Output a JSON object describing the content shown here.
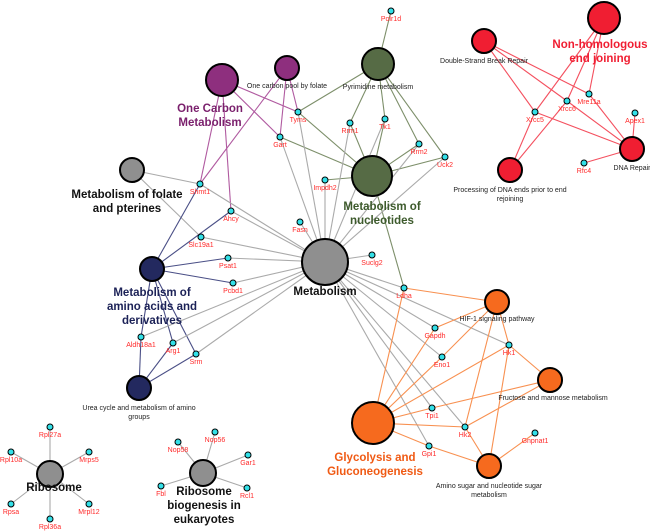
{
  "colors": {
    "metabolism": "#8f8f8f",
    "one_carbon": "#8e2f7e",
    "nucleotides": "#566b45",
    "amino_acids": "#23295f",
    "dna_repair": "#f01e32",
    "glycolysis": "#f66a1e",
    "gene_node": "#33e0e8",
    "gene_text": "#ff2a2a",
    "edge_gray": "#aaaaaa"
  },
  "groups": [
    {
      "id": "metabolism",
      "label": [
        "Metabolism"
      ],
      "color": "#111111"
    },
    {
      "id": "one_carbon",
      "label": [
        "One Carbon",
        "Metabolism"
      ],
      "color": "#7a1f6c"
    },
    {
      "id": "folate",
      "label": [
        "Metabolism of folate",
        "and pterines"
      ],
      "color": "#111111"
    },
    {
      "id": "nucleotides",
      "label": [
        "Metabolism of",
        "nucleotides"
      ],
      "color": "#3d5a2c"
    },
    {
      "id": "amino",
      "label": [
        "Metabolism of",
        "amino acids and",
        "derivatives"
      ],
      "color": "#1c2257"
    },
    {
      "id": "nhej",
      "label": [
        "Non-homologous",
        "end joining"
      ],
      "color": "#f01e32"
    },
    {
      "id": "glyco",
      "label": [
        "Glycolysis and",
        "Gluconeogenesis"
      ],
      "color": "#f05a14"
    },
    {
      "id": "ribosome",
      "label": [
        "Ribosome"
      ],
      "color": "#111111"
    },
    {
      "id": "ribo_bio",
      "label": [
        "Ribosome",
        "biogenesis in",
        "eukaryotes"
      ],
      "color": "#111111"
    }
  ],
  "terms": [
    {
      "id": "Metabolism",
      "color": "metabolism",
      "size": "xl"
    },
    {
      "id": "One Carbon Metabolism",
      "color": "one_carbon",
      "size": "l"
    },
    {
      "id": "One carbon pool by folate",
      "color": "one_carbon",
      "size": "s"
    },
    {
      "id": "Metabolism of folate and pterines",
      "color": "metabolism",
      "size": "m"
    },
    {
      "id": "Pyrimidine metabolism",
      "color": "nucleotides",
      "size": "m"
    },
    {
      "id": "Metabolism of nucleotides",
      "color": "nucleotides",
      "size": "l"
    },
    {
      "id": "Metabolism of amino acids and derivatives",
      "color": "amino_acids",
      "size": "s"
    },
    {
      "id": "Urea cycle and metabolism of amino groups",
      "color": "amino_acids",
      "size": "s"
    },
    {
      "id": "Double-Strand Break Repair",
      "color": "dna_repair",
      "size": "m"
    },
    {
      "id": "Non-homologous end joining",
      "color": "dna_repair",
      "size": "l"
    },
    {
      "id": "Processing of DNA ends prior to end rejoining",
      "color": "dna_repair",
      "size": "m"
    },
    {
      "id": "DNA Repair",
      "color": "dna_repair",
      "size": "m"
    },
    {
      "id": "HIF-1 signaling pathway",
      "color": "glycolysis",
      "size": "m"
    },
    {
      "id": "Fructose and mannose metabolism",
      "color": "glycolysis",
      "size": "m"
    },
    {
      "id": "Glycolysis and Gluconeogenesis",
      "color": "glycolysis",
      "size": "xl"
    },
    {
      "id": "Amino sugar and nucleotide sugar metabolism",
      "color": "glycolysis",
      "size": "m"
    },
    {
      "id": "Ribosome",
      "color": "metabolism",
      "size": "m"
    },
    {
      "id": "Ribosome biogenesis in eukaryotes",
      "color": "metabolism",
      "size": "m"
    }
  ],
  "term_labels": {
    "One carbon pool by folate": [
      "One carbon pool by folate"
    ],
    "Pyrimidine metabolism": [
      "Pyrimidine metabolism"
    ],
    "Urea cycle and metabolism of amino groups": [
      "Urea cycle and metabolism of amino",
      "groups"
    ],
    "Double-Strand Break Repair": [
      "Double-Strand Break Repair"
    ],
    "Processing of DNA ends prior to end rejoining": [
      "Processing of DNA ends prior to end",
      "rejoining"
    ],
    "DNA Repair": [
      "DNA Repair"
    ],
    "HIF-1 signaling pathway": [
      "HIF-1 signaling pathway"
    ],
    "Fructose and mannose metabolism": [
      "Fructose and mannose metabolism"
    ],
    "Amino sugar and nucleotide sugar metabolism": [
      "Amino sugar and nucleotide sugar",
      "metabolism"
    ]
  },
  "genes": [
    "Polr1d",
    "Tyms",
    "Gart",
    "Rrm1",
    "Tk1",
    "Rrm2",
    "Uck2",
    "Impdh2",
    "Shmt1",
    "Ahcy",
    "Slc19a1",
    "Fasn",
    "Suclg2",
    "Psat1",
    "Pcbd1",
    "Aldh18a1",
    "Arg1",
    "Srm",
    "Ldha",
    "Gapdh",
    "Eno1",
    "Hk1",
    "Tpi1",
    "Hk2",
    "Gpi1",
    "Gnpnat1",
    "Xrcc5",
    "Xrcc6",
    "Mre11a",
    "Apex1",
    "Rfc4",
    "Rpl27a",
    "Rpl10a",
    "Mrps5",
    "Rpsa",
    "Mrpl12",
    "Rpl36a",
    "Nop58",
    "Nop56",
    "Gar1",
    "Fbl",
    "Rcl1"
  ],
  "edges": [
    [
      "Pyrimidine metabolism",
      "Polr1d",
      "nucleotides"
    ],
    [
      "Pyrimidine metabolism",
      "Tyms",
      "nucleotides"
    ],
    [
      "Pyrimidine metabolism",
      "Rrm1",
      "nucleotides"
    ],
    [
      "Pyrimidine metabolism",
      "Tk1",
      "nucleotides"
    ],
    [
      "Pyrimidine metabolism",
      "Rrm2",
      "nucleotides"
    ],
    [
      "Pyrimidine metabolism",
      "Uck2",
      "nucleotides"
    ],
    [
      "Metabolism of nucleotides",
      "Rrm1",
      "nucleotides"
    ],
    [
      "Metabolism of nucleotides",
      "Tk1",
      "nucleotides"
    ],
    [
      "Metabolism of nucleotides",
      "Rrm2",
      "nucleotides"
    ],
    [
      "Metabolism of nucleotides",
      "Uck2",
      "nucleotides"
    ],
    [
      "Metabolism of nucleotides",
      "Impdh2",
      "nucleotides"
    ],
    [
      "Metabolism of nucleotides",
      "Gart",
      "nucleotides"
    ],
    [
      "Metabolism of nucleotides",
      "Tyms",
      "nucleotides"
    ],
    [
      "Metabolism of nucleotides",
      "Ldha",
      "nucleotides"
    ],
    [
      "One Carbon Metabolism",
      "Tyms",
      "one_carbon"
    ],
    [
      "One Carbon Metabolism",
      "Gart",
      "one_carbon"
    ],
    [
      "One Carbon Metabolism",
      "Shmt1",
      "one_carbon"
    ],
    [
      "One Carbon Metabolism",
      "Ahcy",
      "one_carbon"
    ],
    [
      "One carbon pool by folate",
      "Tyms",
      "one_carbon"
    ],
    [
      "One carbon pool by folate",
      "Gart",
      "one_carbon"
    ],
    [
      "One carbon pool by folate",
      "Shmt1",
      "one_carbon"
    ],
    [
      "Metabolism of folate and pterines",
      "Shmt1",
      "metabolism"
    ],
    [
      "Metabolism of folate and pterines",
      "Slc19a1",
      "metabolism"
    ],
    [
      "Metabolism of amino acids and derivatives",
      "Shmt1",
      "amino_acids"
    ],
    [
      "Metabolism of amino acids and derivatives",
      "Ahcy",
      "amino_acids"
    ],
    [
      "Metabolism of amino acids and derivatives",
      "Psat1",
      "amino_acids"
    ],
    [
      "Metabolism of amino acids and derivatives",
      "Pcbd1",
      "amino_acids"
    ],
    [
      "Metabolism of amino acids and derivatives",
      "Aldh18a1",
      "amino_acids"
    ],
    [
      "Metabolism of amino acids and derivatives",
      "Arg1",
      "amino_acids"
    ],
    [
      "Metabolism of amino acids and derivatives",
      "Srm",
      "amino_acids"
    ],
    [
      "Urea cycle and metabolism of amino groups",
      "Aldh18a1",
      "amino_acids"
    ],
    [
      "Urea cycle and metabolism of amino groups",
      "Arg1",
      "amino_acids"
    ],
    [
      "Urea cycle and metabolism of amino groups",
      "Srm",
      "amino_acids"
    ],
    [
      "Metabolism",
      "Shmt1",
      "metabolism"
    ],
    [
      "Metabolism",
      "Ahcy",
      "metabolism"
    ],
    [
      "Metabolism",
      "Slc19a1",
      "metabolism"
    ],
    [
      "Metabolism",
      "Gart",
      "metabolism"
    ],
    [
      "Metabolism",
      "Tyms",
      "metabolism"
    ],
    [
      "Metabolism",
      "Rrm1",
      "metabolism"
    ],
    [
      "Metabolism",
      "Tk1",
      "metabolism"
    ],
    [
      "Metabolism",
      "Rrm2",
      "metabolism"
    ],
    [
      "Metabolism",
      "Uck2",
      "metabolism"
    ],
    [
      "Metabolism",
      "Impdh2",
      "metabolism"
    ],
    [
      "Metabolism",
      "Fasn",
      "metabolism"
    ],
    [
      "Metabolism",
      "Suclg2",
      "metabolism"
    ],
    [
      "Metabolism",
      "Psat1",
      "metabolism"
    ],
    [
      "Metabolism",
      "Pcbd1",
      "metabolism"
    ],
    [
      "Metabolism",
      "Aldh18a1",
      "metabolism"
    ],
    [
      "Metabolism",
      "Arg1",
      "metabolism"
    ],
    [
      "Metabolism",
      "Srm",
      "metabolism"
    ],
    [
      "Metabolism",
      "Ldha",
      "metabolism"
    ],
    [
      "Metabolism",
      "Gapdh",
      "metabolism"
    ],
    [
      "Metabolism",
      "Eno1",
      "metabolism"
    ],
    [
      "Metabolism",
      "Hk1",
      "metabolism"
    ],
    [
      "Metabolism",
      "Tpi1",
      "metabolism"
    ],
    [
      "Metabolism",
      "Hk2",
      "metabolism"
    ],
    [
      "Metabolism",
      "Gpi1",
      "metabolism"
    ],
    [
      "HIF-1 signaling pathway",
      "Ldha",
      "glycolysis"
    ],
    [
      "HIF-1 signaling pathway",
      "Gapdh",
      "glycolysis"
    ],
    [
      "HIF-1 signaling pathway",
      "Eno1",
      "glycolysis"
    ],
    [
      "HIF-1 signaling pathway",
      "Hk1",
      "glycolysis"
    ],
    [
      "HIF-1 signaling pathway",
      "Hk2",
      "glycolysis"
    ],
    [
      "Glycolysis and Gluconeogenesis",
      "Ldha",
      "glycolysis"
    ],
    [
      "Glycolysis and Gluconeogenesis",
      "Gapdh",
      "glycolysis"
    ],
    [
      "Glycolysis and Gluconeogenesis",
      "Eno1",
      "glycolysis"
    ],
    [
      "Glycolysis and Gluconeogenesis",
      "Hk1",
      "glycolysis"
    ],
    [
      "Glycolysis and Gluconeogenesis",
      "Tpi1",
      "glycolysis"
    ],
    [
      "Glycolysis and Gluconeogenesis",
      "Hk2",
      "glycolysis"
    ],
    [
      "Glycolysis and Gluconeogenesis",
      "Gpi1",
      "glycolysis"
    ],
    [
      "Fructose and mannose metabolism",
      "Hk1",
      "glycolysis"
    ],
    [
      "Fructose and mannose metabolism",
      "Tpi1",
      "glycolysis"
    ],
    [
      "Fructose and mannose metabolism",
      "Hk2",
      "glycolysis"
    ],
    [
      "Amino sugar and nucleotide sugar metabolism",
      "Hk1",
      "glycolysis"
    ],
    [
      "Amino sugar and nucleotide sugar metabolism",
      "Hk2",
      "glycolysis"
    ],
    [
      "Amino sugar and nucleotide sugar metabolism",
      "Gpi1",
      "glycolysis"
    ],
    [
      "Amino sugar and nucleotide sugar metabolism",
      "Gnpnat1",
      "glycolysis"
    ],
    [
      "Double-Strand Break Repair",
      "Xrcc5",
      "dna_repair"
    ],
    [
      "Double-Strand Break Repair",
      "Xrcc6",
      "dna_repair"
    ],
    [
      "Double-Strand Break Repair",
      "Mre11a",
      "dna_repair"
    ],
    [
      "Non-homologous end joining",
      "Xrcc5",
      "dna_repair"
    ],
    [
      "Non-homologous end joining",
      "Xrcc6",
      "dna_repair"
    ],
    [
      "Non-homologous end joining",
      "Mre11a",
      "dna_repair"
    ],
    [
      "Processing of DNA ends prior to end rejoining",
      "Xrcc5",
      "dna_repair"
    ],
    [
      "Processing of DNA ends prior to end rejoining",
      "Xrcc6",
      "dna_repair"
    ],
    [
      "DNA Repair",
      "Xrcc5",
      "dna_repair"
    ],
    [
      "DNA Repair",
      "Xrcc6",
      "dna_repair"
    ],
    [
      "DNA Repair",
      "Mre11a",
      "dna_repair"
    ],
    [
      "DNA Repair",
      "Apex1",
      "dna_repair"
    ],
    [
      "DNA Repair",
      "Rfc4",
      "dna_repair"
    ],
    [
      "Ribosome",
      "Rpl27a",
      "metabolism"
    ],
    [
      "Ribosome",
      "Rpl10a",
      "metabolism"
    ],
    [
      "Ribosome",
      "Mrps5",
      "metabolism"
    ],
    [
      "Ribosome",
      "Rpsa",
      "metabolism"
    ],
    [
      "Ribosome",
      "Mrpl12",
      "metabolism"
    ],
    [
      "Ribosome",
      "Rpl36a",
      "metabolism"
    ],
    [
      "Ribosome biogenesis in eukaryotes",
      "Nop58",
      "metabolism"
    ],
    [
      "Ribosome biogenesis in eukaryotes",
      "Nop56",
      "metabolism"
    ],
    [
      "Ribosome biogenesis in eukaryotes",
      "Gar1",
      "metabolism"
    ],
    [
      "Ribosome biogenesis in eukaryotes",
      "Fbl",
      "metabolism"
    ],
    [
      "Ribosome biogenesis in eukaryotes",
      "Rcl1",
      "metabolism"
    ]
  ]
}
